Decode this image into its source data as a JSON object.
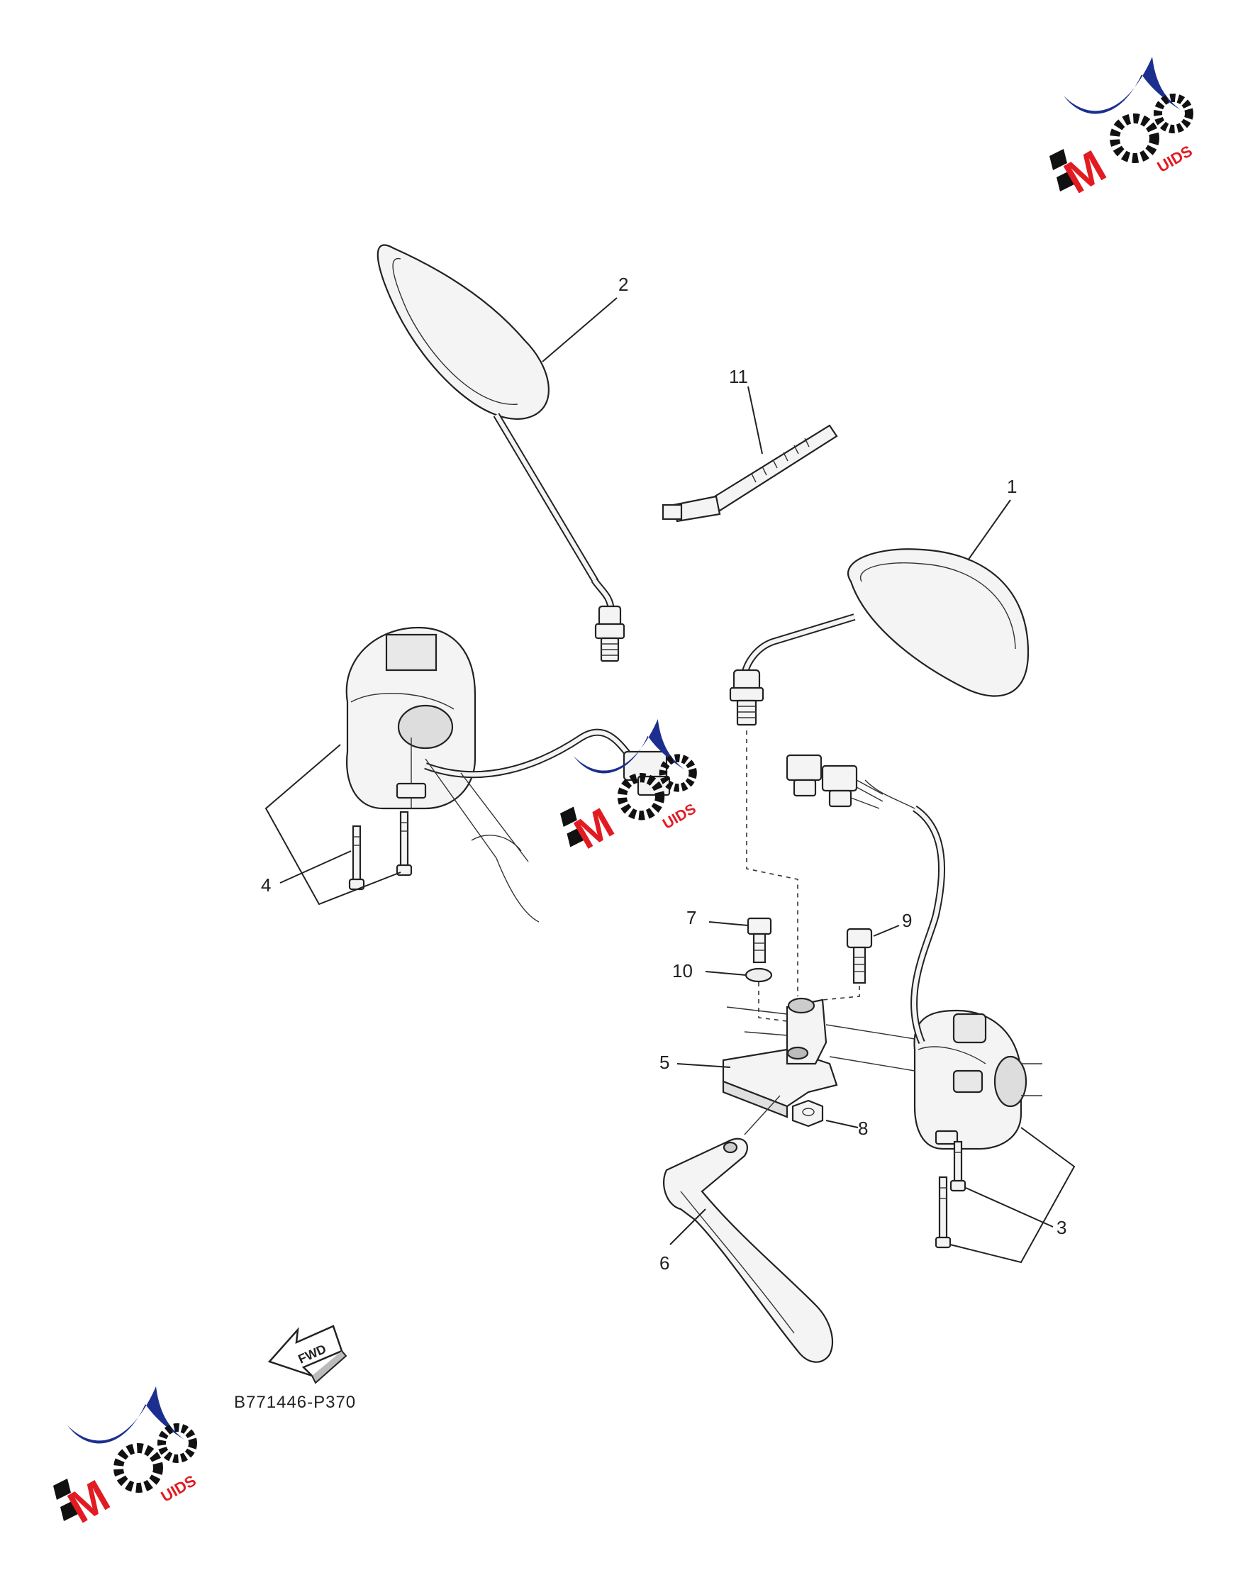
{
  "diagram": {
    "part_numbers": [
      "1",
      "2",
      "3",
      "4",
      "5",
      "6",
      "7",
      "8",
      "9",
      "10",
      "11"
    ],
    "direction_label": "FWD",
    "diagram_code": "B771446-P370"
  },
  "watermark": {
    "logo_text": "MOTO GUIDS",
    "brand_colors": {
      "red": "#e21b22",
      "blue": "#1c2f8f",
      "black": "#111111"
    }
  }
}
